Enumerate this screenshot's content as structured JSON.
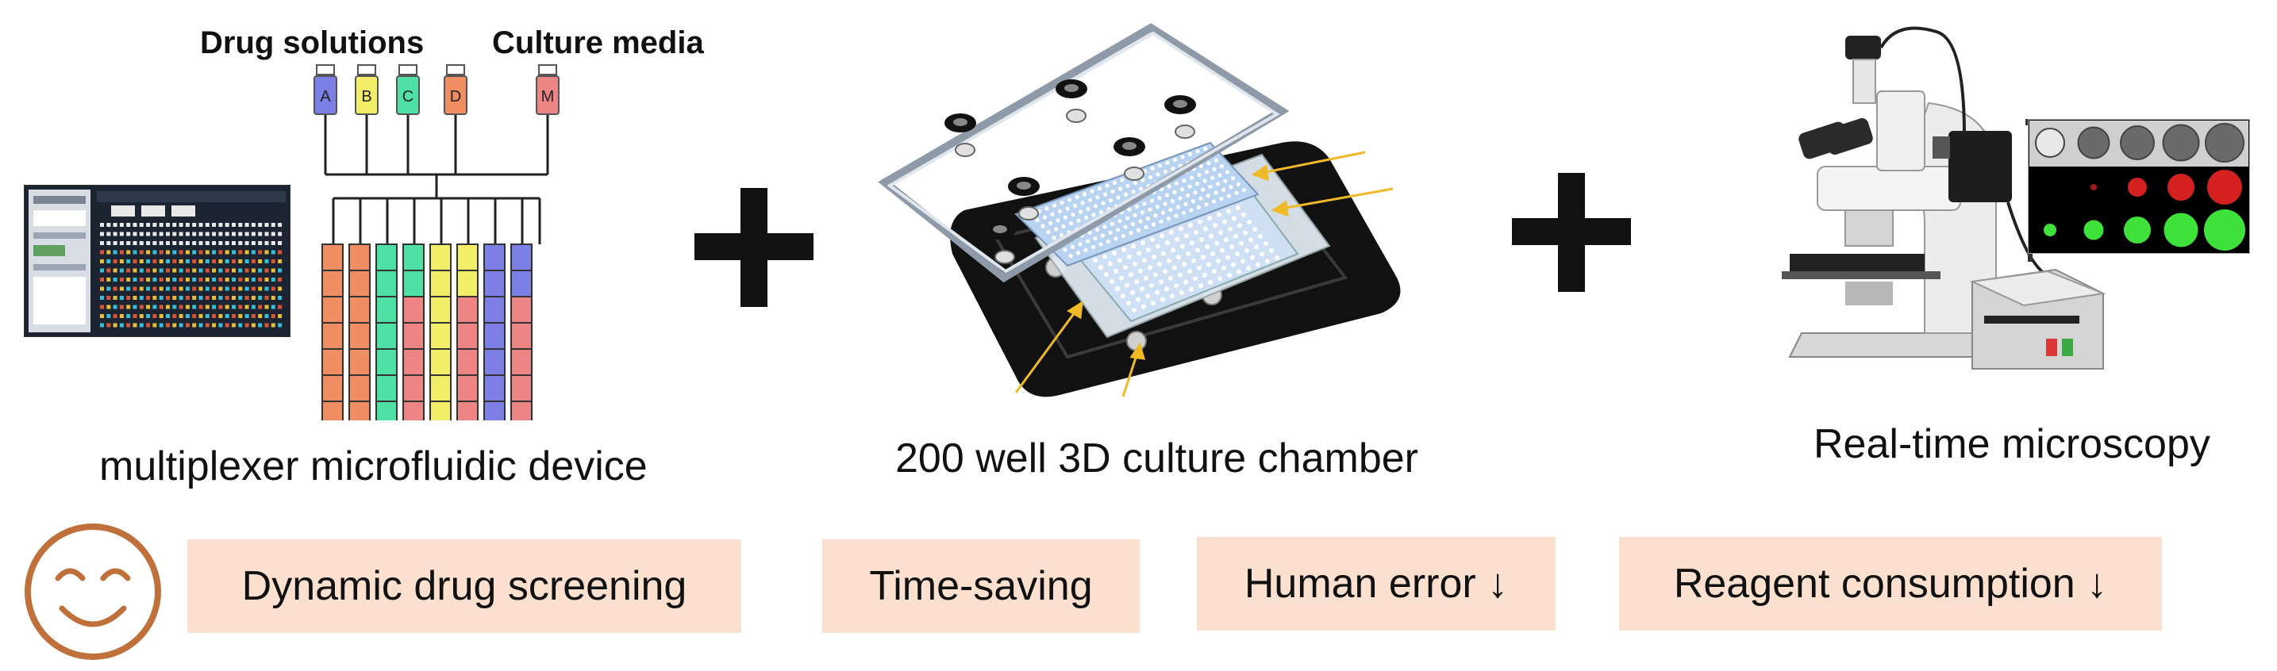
{
  "labels": {
    "drug_solutions": "Drug solutions",
    "culture_media": "Culture media"
  },
  "vials": [
    {
      "letter": "A",
      "color": "#7b7fe6"
    },
    {
      "letter": "B",
      "color": "#f2ee6a"
    },
    {
      "letter": "C",
      "color": "#4fe0a6"
    },
    {
      "letter": "D",
      "color": "#f08d63"
    },
    {
      "letter": "M",
      "color": "#ee8585"
    }
  ],
  "captions": {
    "device": "multiplexer microfluidic device",
    "chamber": "200 well 3D culture chamber",
    "microscopy": "Real-time microscopy"
  },
  "benefits": [
    {
      "label": "Dynamic drug screening"
    },
    {
      "label": "Time-saving"
    },
    {
      "label": "Human error ↓"
    },
    {
      "label": "Reagent consumption ↓"
    }
  ],
  "colors": {
    "benefit_bg": "#fbe0d0",
    "smiley": "#c0703a",
    "arrow": "#f0b928"
  }
}
